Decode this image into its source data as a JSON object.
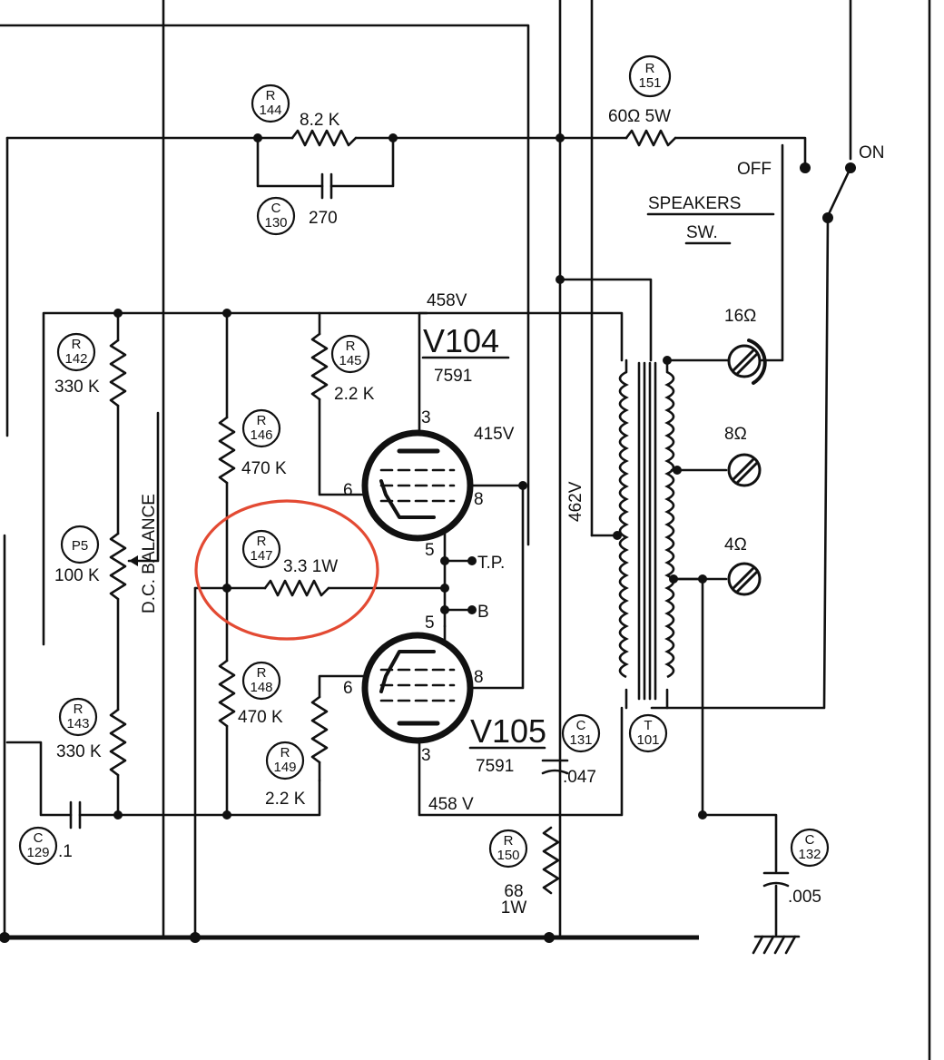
{
  "resistors": {
    "r144": {
      "letter": "R",
      "num": "144",
      "value": "8.2 K"
    },
    "r151": {
      "letter": "R",
      "num": "151",
      "value": "60Ω 5W"
    },
    "r142": {
      "letter": "R",
      "num": "142",
      "value": "330 K"
    },
    "r143": {
      "letter": "R",
      "num": "143",
      "value": "330 K"
    },
    "r145": {
      "letter": "R",
      "num": "145",
      "value": "2.2 K"
    },
    "r146": {
      "letter": "R",
      "num": "146",
      "value": "470 K"
    },
    "r147": {
      "letter": "R",
      "num": "147",
      "value": "3.3  1W"
    },
    "r148": {
      "letter": "R",
      "num": "148",
      "value": "470 K"
    },
    "r149": {
      "letter": "R",
      "num": "149",
      "value": "2.2 K"
    },
    "r150": {
      "letter": "R",
      "num": "150",
      "value1": "68",
      "value2": "1W"
    }
  },
  "capacitors": {
    "c130": {
      "letter": "C",
      "num": "130",
      "value": "270"
    },
    "c129": {
      "letter": "C",
      "num": "129",
      "value": ".1"
    },
    "c131": {
      "letter": "C",
      "num": "131",
      "value": ".047"
    },
    "c132": {
      "letter": "C",
      "num": "132",
      "value": ".005"
    }
  },
  "pot": {
    "letter": "P",
    "num": "5",
    "value": "100 K",
    "label": "D.C. BALANCE"
  },
  "tubes": {
    "v104": {
      "name": "V104",
      "type": "7591",
      "plate_voltage": "458V",
      "screen_voltage": "415V",
      "pin_plate": "3",
      "pin_grid": "6",
      "pin_screen": "8",
      "pin_cathode": "5"
    },
    "v105": {
      "name": "V105",
      "type": "7591",
      "plate_voltage": "458 V",
      "pin_plate": "3",
      "pin_grid": "6",
      "pin_screen": "8",
      "pin_cathode": "5"
    }
  },
  "transformer": {
    "letter": "T",
    "num": "101",
    "voltage": "462V"
  },
  "outputs": {
    "tap16": "16Ω",
    "tap8": "8Ω",
    "tap4": "4Ω"
  },
  "switch": {
    "off": "OFF",
    "on": "ON",
    "label1": "SPEAKERS",
    "label2": "SW."
  },
  "test_points": {
    "tp": "T.P.",
    "b": "B"
  },
  "highlight_color": "#e34a33"
}
